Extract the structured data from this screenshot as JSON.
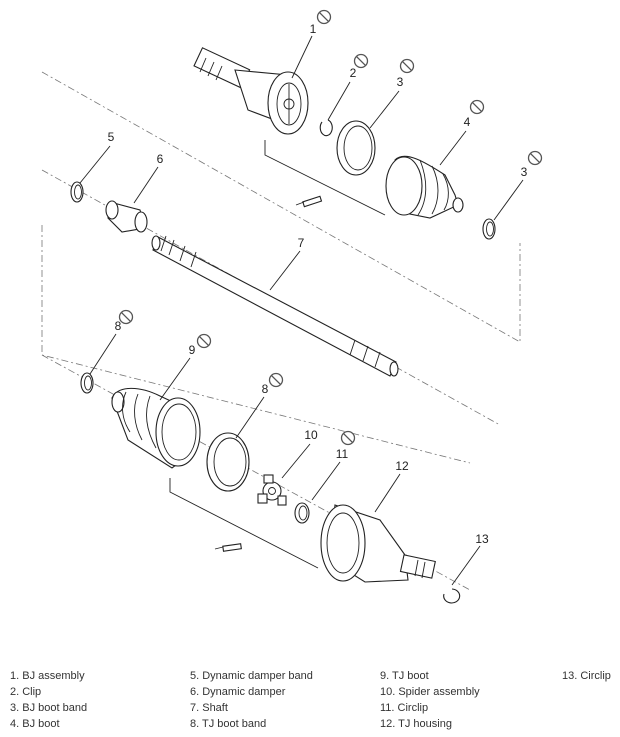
{
  "callouts": {
    "n1": "1",
    "n2": "2",
    "n3a": "3",
    "n3b": "3",
    "n4": "4",
    "n5": "5",
    "n6": "6",
    "n7": "7",
    "n8a": "8",
    "n8b": "8",
    "n9": "9",
    "n10": "10",
    "n11": "11",
    "n12": "12",
    "n13": "13"
  },
  "legend": {
    "col1": [
      "1. BJ assembly",
      "2. Clip",
      "3. BJ boot band",
      "4. BJ boot"
    ],
    "col2": [
      "5. Dynamic damper band",
      "6. Dynamic damper",
      "7. Shaft",
      "8. TJ boot band"
    ],
    "col3": [
      "9. TJ boot",
      "10. Spider assembly",
      "11. Circlip",
      "12. TJ housing"
    ],
    "col4": [
      "13. Circlip"
    ]
  }
}
